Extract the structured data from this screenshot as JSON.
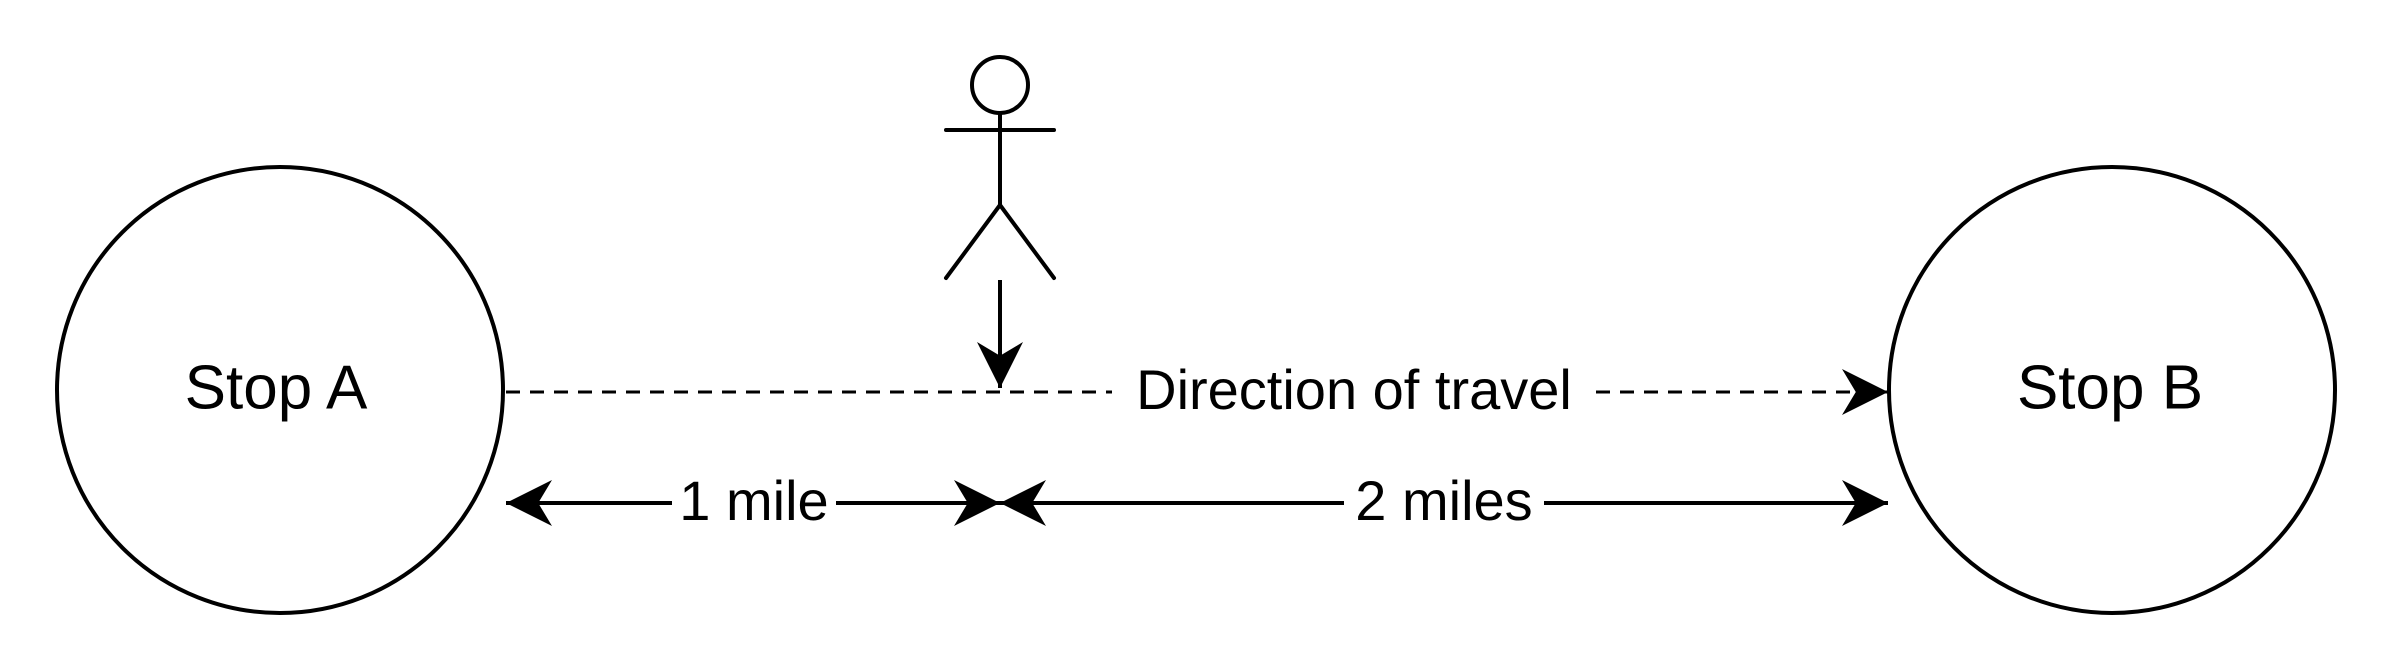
{
  "nodes": {
    "stop_a": {
      "label": "Stop A"
    },
    "stop_b": {
      "label": "Stop B"
    }
  },
  "travel_line": {
    "label": "Direction of travel"
  },
  "distances": {
    "left": {
      "label": "1 mile"
    },
    "right": {
      "label": "2 miles"
    }
  },
  "person": {
    "icon": "stick-figure-icon"
  },
  "colors": {
    "stroke": "#000000",
    "background": "#ffffff"
  }
}
